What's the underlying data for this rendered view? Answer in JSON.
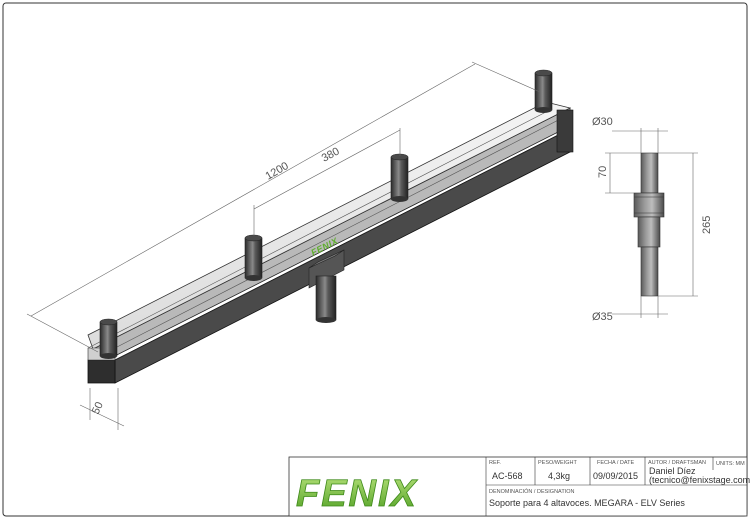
{
  "dimensions": {
    "total_length": "1200",
    "spacing": "380",
    "profile_width": "50",
    "pin_diameter": "Ø30",
    "pin_length": "70",
    "pole_height": "265",
    "pole_diameter": "Ø35"
  },
  "beam_logo": "FENIX",
  "title_block": {
    "logo_text": "FENIX",
    "ref_label": "REF.",
    "ref_value": "AC-568",
    "weight_label": "PESO/WEIGHT",
    "weight_value": "4,3kg",
    "date_label": "FECHA / DATE",
    "date_value": "09/09/2015",
    "author_label": "AUTOR / DRAFTSMAN",
    "author_name": "Daniel Díez",
    "author_email": "(tecnico@fenixstage.com)",
    "units_label": "UNITS: mm",
    "designation_label": "DENOMINACIÓN / DESIGNATION",
    "designation_value": "Soporte para 4 altavoces. MEGARA - ELV Series"
  },
  "colors": {
    "frame": "#333333",
    "metal_light": "#e4e4e4",
    "metal_dark": "#3c3c3c",
    "logo_green": "#5fae2e",
    "logo_light": "#a6d86a"
  }
}
